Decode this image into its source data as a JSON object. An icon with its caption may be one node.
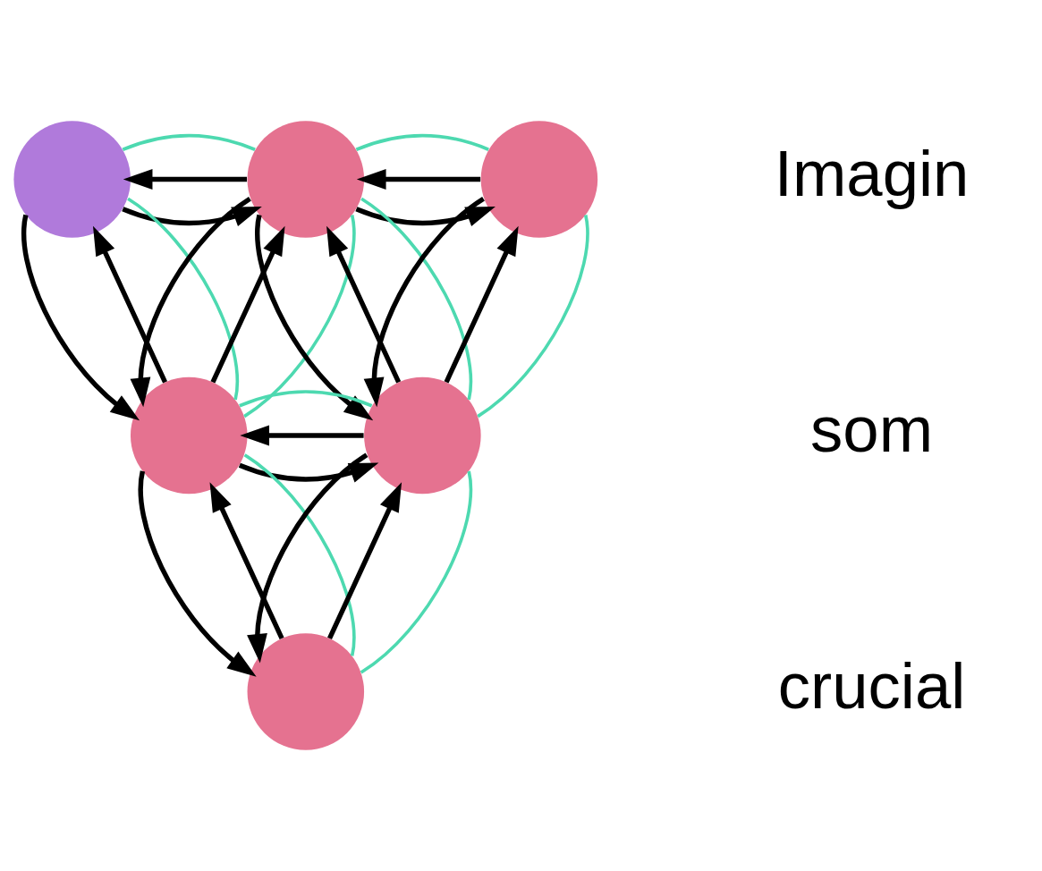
{
  "diagram": {
    "nodes": [
      {
        "text": [],
        "shape": "circle"
      },
      {
        "text": [],
        "shape": "circle"
      },
      {
        "text": [],
        "shape": "circle"
      },
      {
        "text": [],
        "shape": "circle"
      },
      {
        "text": [],
        "shape": "circle"
      },
      {
        "text": [],
        "shape": "circle"
      }
    ],
    "edges": [
      {
        "from": 0,
        "to": 1,
        "arrow": "to"
      },
      {
        "from": 1,
        "to": 0,
        "arrow": "to"
      },
      {
        "from": 0,
        "to": 1,
        "arrow": "none",
        "color": "#4dd9b0"
      },
      {
        "from": 1,
        "to": 2,
        "arrow": "to"
      },
      {
        "from": 2,
        "to": 1,
        "arrow": "to"
      },
      {
        "from": 1,
        "to": 2,
        "arrow": "none",
        "color": "#4dd9b0"
      },
      {
        "from": 0,
        "to": 3,
        "arrow": "to"
      },
      {
        "from": 3,
        "to": 0,
        "arrow": "to"
      },
      {
        "from": 0,
        "to": 3,
        "arrow": "none",
        "color": "#4dd9b0"
      },
      {
        "from": 1,
        "to": 3,
        "arrow": "to"
      },
      {
        "from": 3,
        "to": 1,
        "arrow": "to"
      },
      {
        "from": 1,
        "to": 3,
        "arrow": "none",
        "color": "#4dd9b0"
      },
      {
        "from": 1,
        "to": 4,
        "arrow": "to"
      },
      {
        "from": 4,
        "to": 1,
        "arrow": "to"
      },
      {
        "from": 1,
        "to": 4,
        "arrow": "none",
        "color": "#4dd9b0"
      },
      {
        "from": 2,
        "to": 4,
        "arrow": "to"
      },
      {
        "from": 4,
        "to": 2,
        "arrow": "to"
      },
      {
        "from": 2,
        "to": 4,
        "arrow": "none",
        "color": "#4dd9b0"
      },
      {
        "from": 3,
        "to": 4,
        "arrow": "to"
      },
      {
        "from": 4,
        "to": 3,
        "arrow": "to"
      },
      {
        "from": 3,
        "to": 4,
        "arrow": "none",
        "color": "#4dd9b0"
      },
      {
        "from": 3,
        "to": 5,
        "arrow": "to"
      },
      {
        "from": 5,
        "to": 3,
        "arrow": "to"
      },
      {
        "from": 3,
        "to": 5,
        "arrow": "none",
        "color": "#4dd9b0"
      },
      {
        "from": 4,
        "to": 5,
        "arrow": "to"
      },
      {
        "from": 5,
        "to": 4,
        "arrow": "to"
      },
      {
        "from": 4,
        "to": 5,
        "arrow": "none",
        "color": "#4dd9b0"
      }
    ],
    "labels": [
      "Imagin",
      "som",
      "crucial"
    ]
  }
}
